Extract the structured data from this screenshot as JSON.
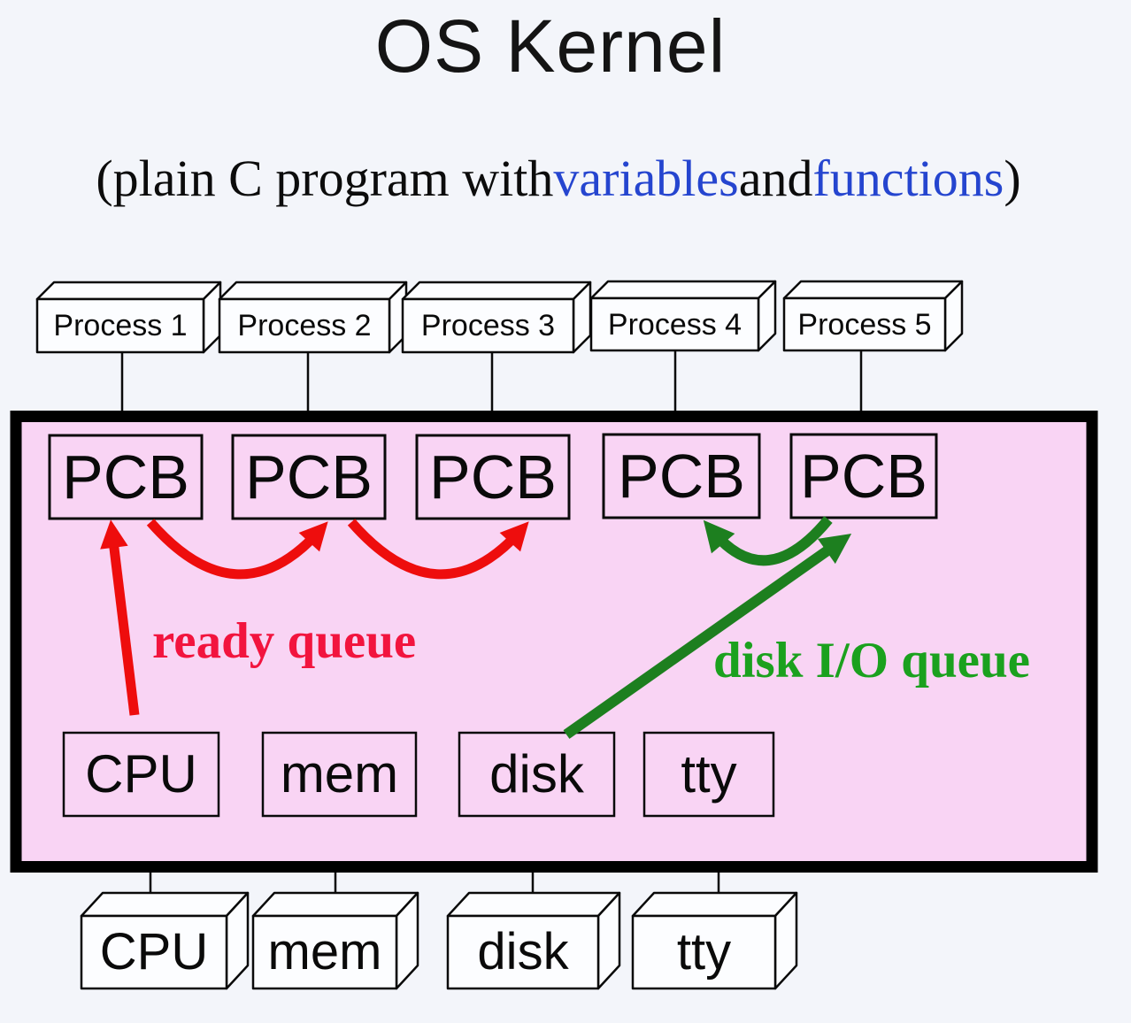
{
  "title": "OS Kernel",
  "subtitle": {
    "prefix": "(plain C program with ",
    "term1": "variables",
    "conjunction": " and ",
    "term2": "functions",
    "suffix": ")"
  },
  "processes": [
    {
      "label": "Process 1"
    },
    {
      "label": "Process 2"
    },
    {
      "label": "Process 3"
    },
    {
      "label": "Process 4"
    },
    {
      "label": "Process 5"
    }
  ],
  "kernel": {
    "pcbs": [
      {
        "label": "PCB"
      },
      {
        "label": "PCB"
      },
      {
        "label": "PCB"
      },
      {
        "label": "PCB"
      },
      {
        "label": "PCB"
      }
    ],
    "ready_queue_label": "ready queue",
    "disk_queue_label": "disk I/O queue",
    "devices": [
      {
        "label": "CPU"
      },
      {
        "label": "mem"
      },
      {
        "label": "disk"
      },
      {
        "label": "tty"
      }
    ]
  },
  "hardware": [
    {
      "label": "CPU"
    },
    {
      "label": "mem"
    },
    {
      "label": "disk"
    },
    {
      "label": "tty"
    }
  ],
  "colors": {
    "page_background": "#f3f5fa",
    "kernel_fill": "#f9d4f4",
    "kernel_border": "#000000",
    "box_fill": "#fcfdff",
    "arrow_red": "#ee0d0d",
    "ready_queue_red": "#f2143e",
    "arrow_green": "#1d7f1f",
    "disk_queue_green": "#1ba11e",
    "highlight_blue": "#2545cf"
  }
}
